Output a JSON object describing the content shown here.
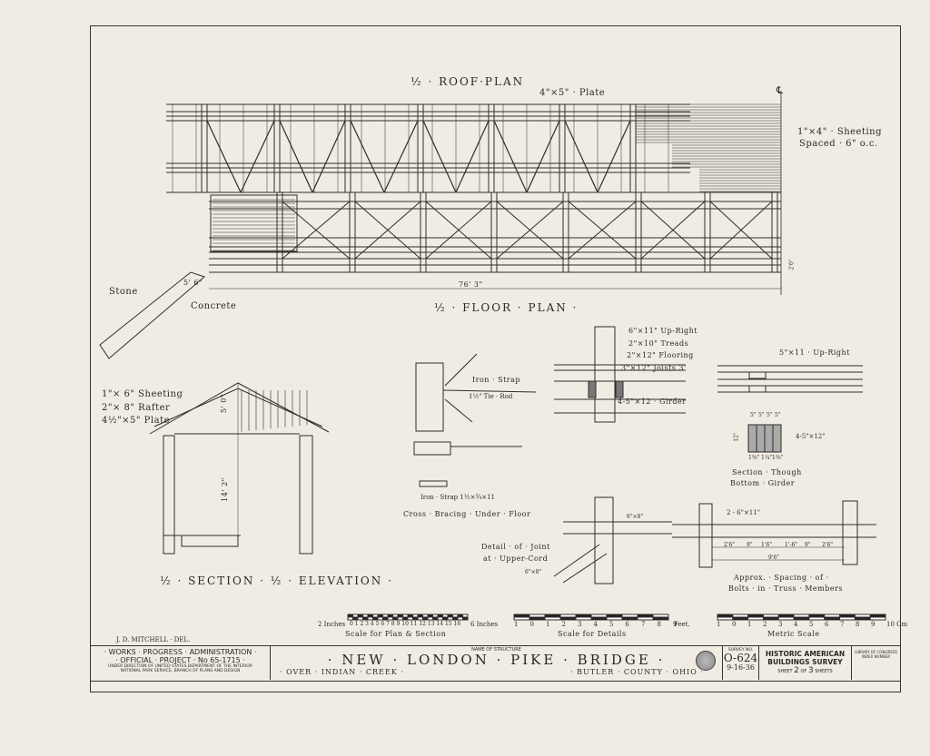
{
  "roof_plan": {
    "title": "½ · ROOF·PLAN",
    "plate_label": "4\"×5\" · Plate",
    "sheeting_label_1": "1\"×4\" · Sheeting",
    "sheeting_label_2": "Spaced · 6\" o.c.",
    "centerline": "℄"
  },
  "floor_plan": {
    "title": "½ · FLOOR · PLAN ·",
    "length_dim": "76' 3\"",
    "stone_label": "Stone",
    "concrete_label": "Concrete",
    "abutment_dim": "5' 6\"",
    "height_dim": "2'0\""
  },
  "section": {
    "title": "½ · SECTION · ½ · ELEVATION ·",
    "sheeting_label": "1\"× 6\" Sheeting",
    "rafter_label": "2\"× 8\" Rafter",
    "plate_label": "4½\"×5\" Plate",
    "roof_height_dim": "5' 0\"",
    "wall_height_dim": "14' 2\""
  },
  "cross_bracing": {
    "iron_strap_label": "Iron · Strap",
    "tie_rod_label": "1½\" Tie · Rod",
    "strap_spec": "Iron · Strap 1½×¾×11",
    "title": "Cross · Bracing · Under · Floor"
  },
  "floor_detail": {
    "upright_label": "6\"×11\" Up-Right",
    "treads_label": "2\"×10\" Treads",
    "flooring_label": "2\"×12\" Flooring",
    "joists_label": "3\"×12\" Joists 3'",
    "girder_label": "4-5\"×12 · Girder"
  },
  "girder_detail": {
    "upright_label": "5\"×11 · Up-Right",
    "widths": [
      "5\"",
      "5\"",
      "5\"",
      "5\""
    ],
    "height_dim": "12\"",
    "gaps": [
      "1⅜\"",
      "1¼\"",
      "1⅜\""
    ],
    "member_label": "4-5\"×12\"",
    "title_1": "Section · Though",
    "title_2": "Bottom · Girder"
  },
  "joint_detail": {
    "title_1": "Detail · of · Joint",
    "title_2": "at · Upper-Cord",
    "member_label_1": "6\"×8\"",
    "member_label_2": "6\"×8\""
  },
  "bolt_spacing": {
    "member_label": "2 - 6\"×11\"",
    "dims": [
      "2'6\"",
      "9\"",
      "1'6\"",
      "1'-6\"",
      "9\"",
      "2'6\""
    ],
    "total_dim": "9'6\"",
    "title_1": "Approx. · Spacing · of ·",
    "title_2": "Bolts · in · Truss · Members"
  },
  "scales": {
    "plan_left": "2 Inches",
    "plan_right": "6 Inches",
    "plan_ticks": "0 1 2 3 4 5 6 7 8 9 10 11 12 13 14 15 16",
    "plan_title": "Scale for Plan & Section",
    "details_ticks": [
      "1",
      "0",
      "1",
      "2",
      "3",
      "4",
      "5",
      "6",
      "7",
      "8",
      "9"
    ],
    "details_unit": "Feet.",
    "details_title": "Scale for Details",
    "metric_ticks": [
      "1",
      "0",
      "1",
      "2",
      "3",
      "4",
      "5",
      "6",
      "7",
      "8",
      "9",
      "10 Cm"
    ],
    "metric_title": "Metric Scale"
  },
  "delineator": "J. D. MITCHELL · DEL.",
  "title_block": {
    "agency_1": "· WORKS · PROGRESS · ADMINISTRATION ·",
    "agency_2": "· OFFICIAL · PROJECT · No 65-1715 ·",
    "agency_3": "UNDER DIRECTION OF UNITED STATES DEPARTMENT OF THE INTERIOR",
    "agency_4": "NATIONAL PARK SERVICE, BRANCH OF PLANS AND DESIGN",
    "name_label": "NAME OF STRUCTURE",
    "structure_name": "· NEW · LONDON · PIKE · BRIDGE ·",
    "location_left": "· OVER · INDIAN · CREEK ·",
    "location_right": "· BUTLER · COUNTY · OHIO ·",
    "survey_label": "SURVEY NO.",
    "survey_no": "O-624",
    "date": "9-16-36",
    "habs_1": "HISTORIC AMERICAN",
    "habs_2": "BUILDINGS SURVEY",
    "sheet_prefix": "SHEET",
    "sheet_no": "2",
    "sheet_of": "OF",
    "sheet_total": "3",
    "sheet_suffix": "SHEETS",
    "loc_1": "LIBRARY OF CONGRESS",
    "loc_2": "INDEX NUMBER"
  }
}
